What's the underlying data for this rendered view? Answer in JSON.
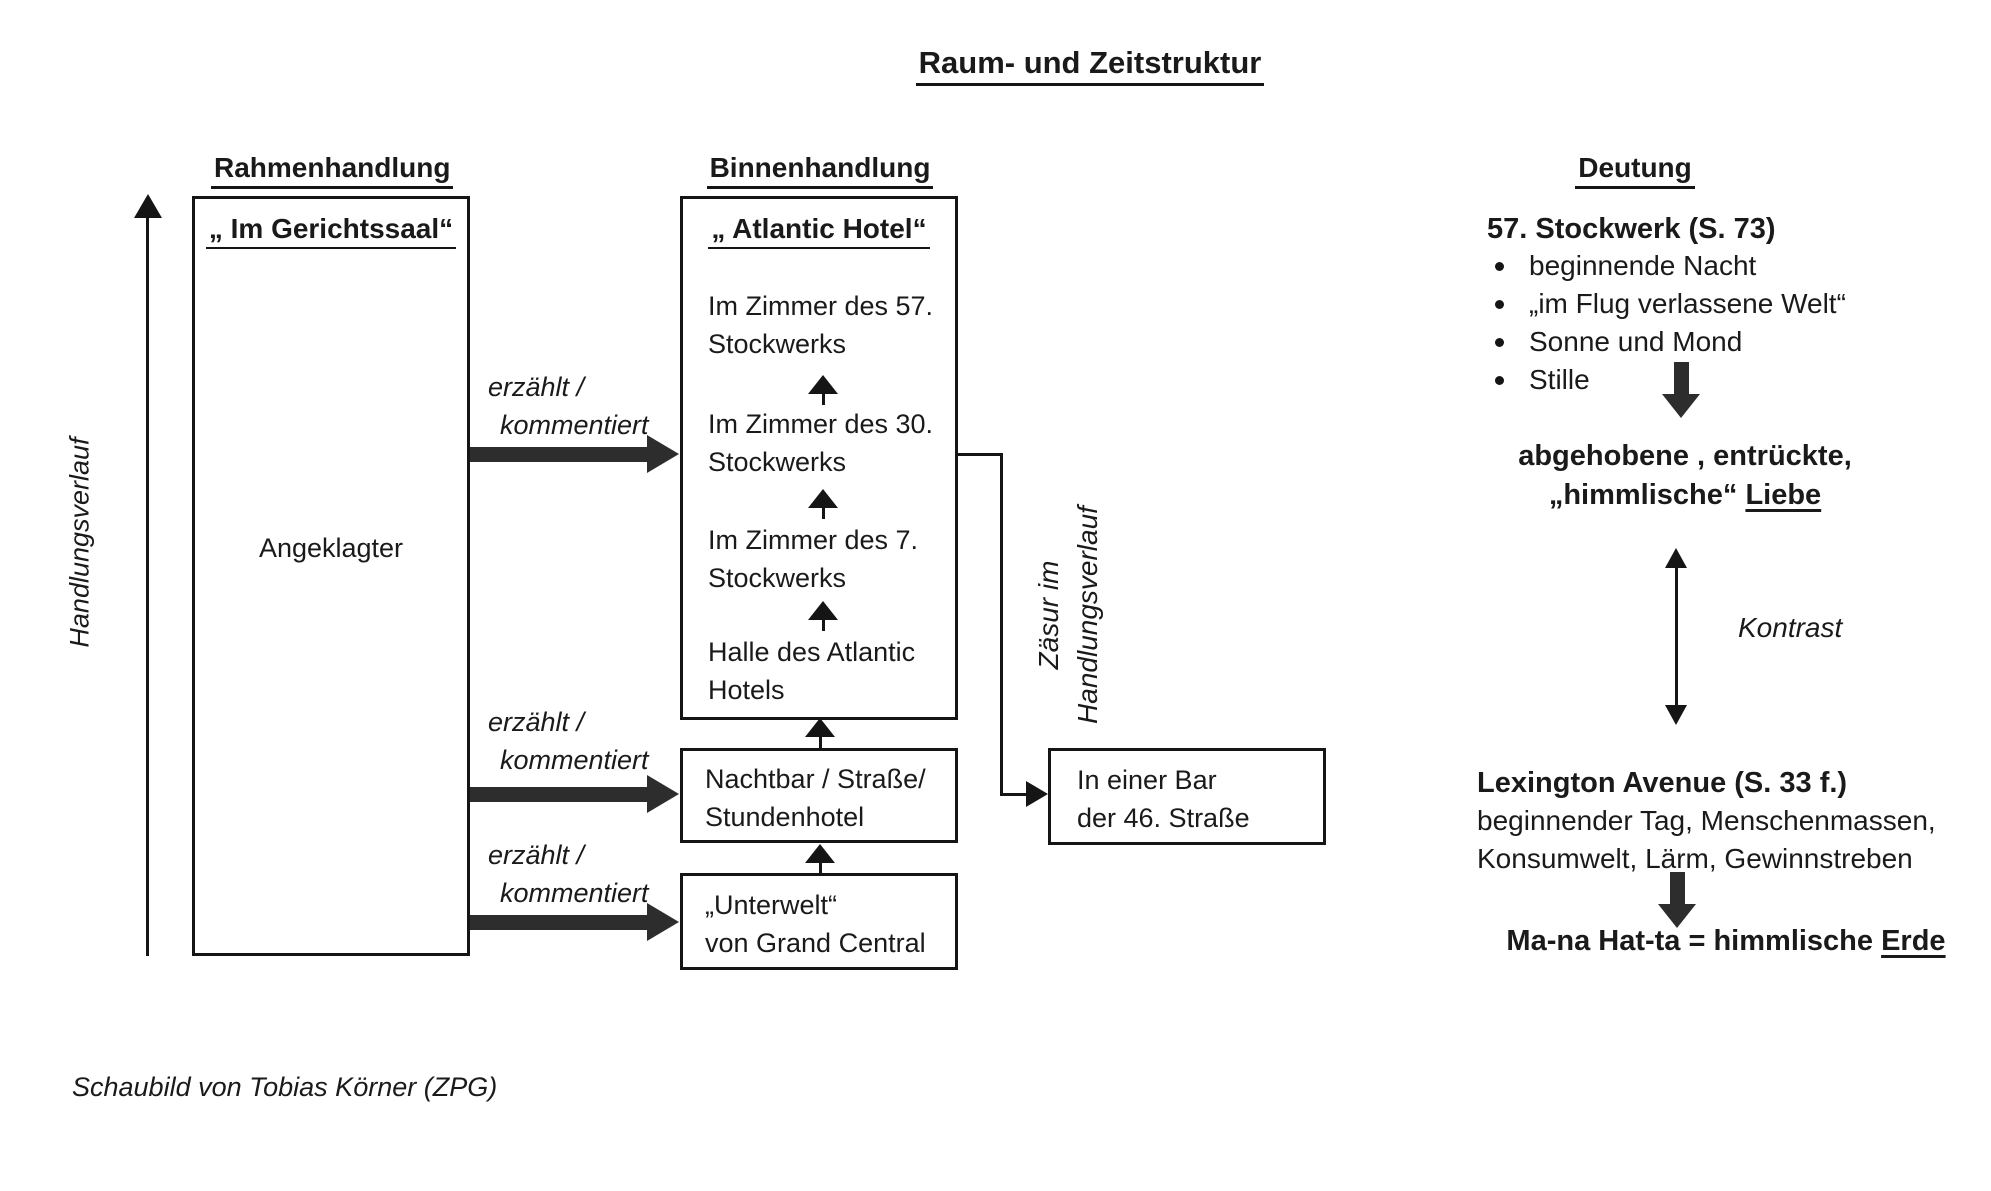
{
  "title": "Raum- und Zeitstruktur",
  "colors": {
    "ink": "#1a1a1a",
    "arrow_fill": "#2d2d2d",
    "paper": "#ffffff"
  },
  "axis": {
    "label": "Handlungsverlauf"
  },
  "frame": {
    "header": "Rahmenhandlung",
    "box_title": "„ Im Gerichtssaal“",
    "box_body": "Angeklagter"
  },
  "binnen": {
    "header": "Binnenhandlung",
    "box_title": "„ Atlantic Hotel“",
    "levels": [
      {
        "l1": "Im Zimmer des 57.",
        "l2": "Stockwerks"
      },
      {
        "l1": "Im Zimmer des 30.",
        "l2": "Stockwerks"
      },
      {
        "l1": "Im Zimmer des 7.",
        "l2": "Stockwerks"
      },
      {
        "l1": "Halle des Atlantic",
        "l2": "Hotels"
      }
    ],
    "nachtbar": {
      "l1": "Nachtbar / Straße/",
      "l2": "Stundenhotel"
    },
    "unterwelt": {
      "l1": "„Unterwelt“",
      "l2": "von Grand Central"
    }
  },
  "narrate": [
    {
      "l1": "erzählt /",
      "l2": "kommentiert"
    },
    {
      "l1": "erzählt /",
      "l2": "kommentiert"
    },
    {
      "l1": "erzählt /",
      "l2": "kommentiert"
    }
  ],
  "zaesur": {
    "l1": "Zäsur im",
    "l2": "Handlungsverlauf"
  },
  "bar": {
    "l1": "In einer Bar",
    "l2": "der 46. Straße"
  },
  "deutung": {
    "header": "Deutung",
    "s1": {
      "title": "57. Stockwerk (S. 73)",
      "bullets": [
        "beginnende Nacht",
        "„im Flug verlassene Welt“",
        "Sonne und Mond",
        "Stille"
      ],
      "concl1": "abgehobene , entrückte,",
      "concl2_pre": "„himmlische“ ",
      "concl2_u": "Liebe"
    },
    "kontrast": "Kontrast",
    "s2": {
      "title": "Lexington Avenue (S. 33 f.)",
      "line1": "beginnender Tag, Menschenmassen,",
      "line2": "Konsumwelt, Lärm, Gewinnstreben",
      "concl_pre": "Ma-na Hat-ta = himmlische ",
      "concl_u": "Erde"
    }
  },
  "caption": "Schaubild von Tobias Körner (ZPG)"
}
